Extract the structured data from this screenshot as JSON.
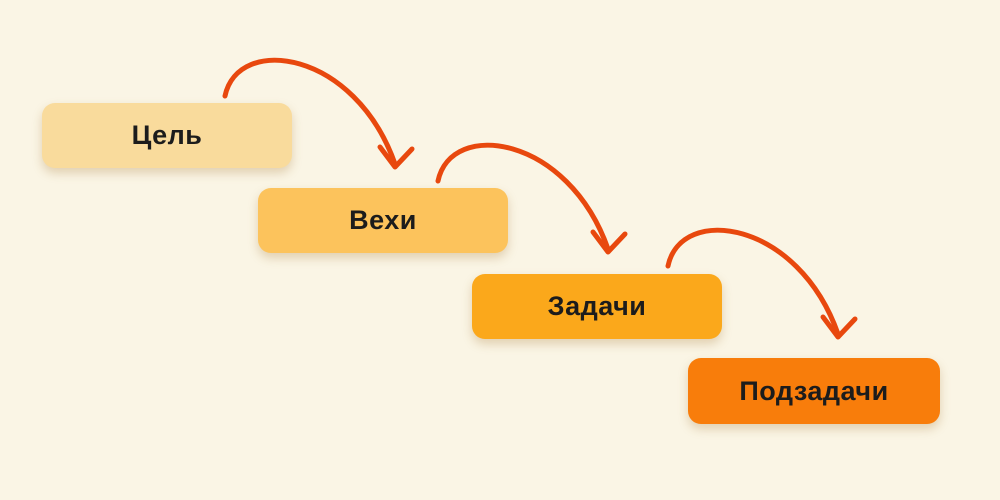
{
  "diagram": {
    "type": "cascade-flow",
    "background_color": "#FAF5E5",
    "arrow_color": "#E8480E",
    "text_color": "#1C1C1C",
    "nodes": [
      {
        "id": "goal",
        "label": "Цель",
        "fill": "#F9DB9C"
      },
      {
        "id": "milestones",
        "label": "Вехи",
        "fill": "#FCC35C"
      },
      {
        "id": "tasks",
        "label": "Задачи",
        "fill": "#FBA81B"
      },
      {
        "id": "subtasks",
        "label": "Подзадачи",
        "fill": "#F87D0B"
      }
    ],
    "arrows": [
      {
        "from": "Цель",
        "to": "Вехи"
      },
      {
        "from": "Вехи",
        "to": "Задачи"
      },
      {
        "from": "Задачи",
        "to": "Подзадачи"
      }
    ]
  }
}
